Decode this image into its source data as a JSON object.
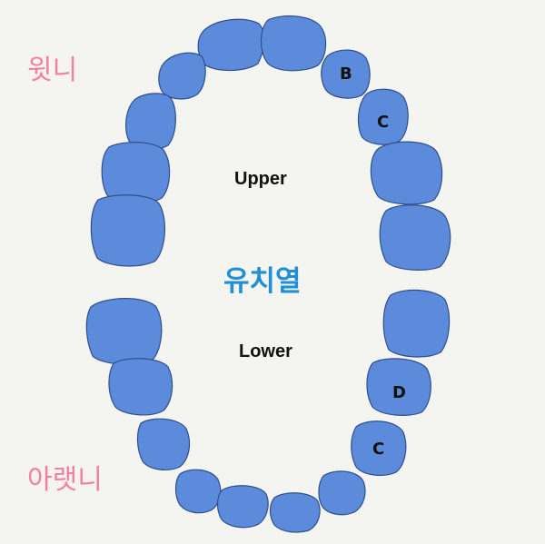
{
  "labels": {
    "upper": "Upper",
    "lower": "Lower",
    "title": "유치열",
    "upper_korean": "윗니",
    "lower_korean": "아랫니"
  },
  "tooth_letters": {
    "upper_right_1": "B",
    "upper_right_2": "C",
    "lower_right_1": "D",
    "lower_right_2": "C"
  },
  "colors": {
    "tooth_fill": "#5d8bdc",
    "tooth_outline": "#2f4f8c",
    "title_color": "#1f8fd6",
    "korean_label_color": "#f27fa6",
    "background": "#f4f4f1"
  }
}
